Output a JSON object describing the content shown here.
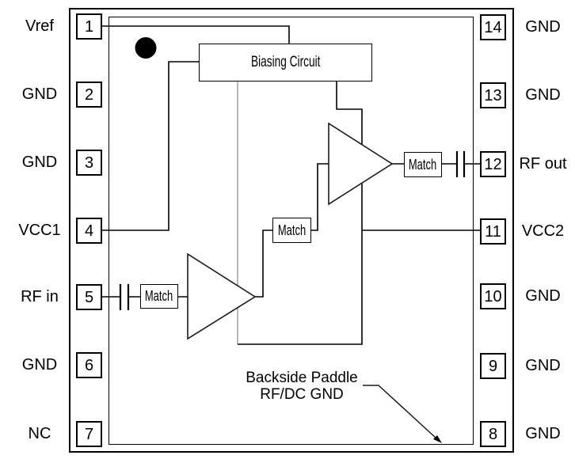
{
  "diagram": {
    "title_semantic": "14-pin RF amplifier IC functional block diagram",
    "pins": {
      "left": [
        {
          "num": "1",
          "label": "Vref"
        },
        {
          "num": "2",
          "label": "GND"
        },
        {
          "num": "3",
          "label": "GND"
        },
        {
          "num": "4",
          "label": "VCC1"
        },
        {
          "num": "5",
          "label": "RF in"
        },
        {
          "num": "6",
          "label": "GND"
        },
        {
          "num": "7",
          "label": "NC"
        }
      ],
      "right": [
        {
          "num": "14",
          "label": "GND"
        },
        {
          "num": "13",
          "label": "GND"
        },
        {
          "num": "12",
          "label": "RF out"
        },
        {
          "num": "11",
          "label": "VCC2"
        },
        {
          "num": "10",
          "label": "GND"
        },
        {
          "num": "9",
          "label": "GND"
        },
        {
          "num": "8",
          "label": "GND"
        }
      ]
    },
    "blocks": {
      "biasing_label": "Biasing Circuit",
      "match_input_label": "Match",
      "match_interstage_label": "Match",
      "match_output_label": "Match"
    },
    "annotation": {
      "line1": "Backside Paddle",
      "line2": "RF/DC GND"
    },
    "colors": {
      "line": "#000000",
      "bias_drop_line": "#9a9a9a",
      "background": "#ffffff",
      "fill": "#ffffff"
    }
  }
}
